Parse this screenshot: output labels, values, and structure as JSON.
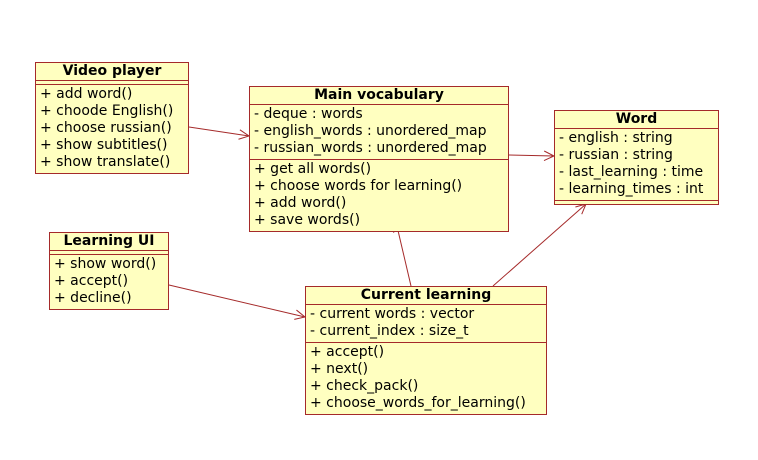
{
  "colors": {
    "box_fill": "#ffffc0",
    "box_border": "#a52a2a",
    "arrow": "#a52a2a"
  },
  "classes": {
    "video_player": {
      "name": "Video player",
      "attributes": [],
      "methods": [
        "+ add word()",
        "+ choode English()",
        "+ choose russian()",
        "+ show subtitles()",
        "+ show translate()"
      ]
    },
    "main_vocabulary": {
      "name": "Main vocabulary",
      "attributes": [
        "- deque : words",
        "- english_words : unordered_map",
        "- russian_words : unordered_map"
      ],
      "methods": [
        "+ get all words()",
        "+ choose words for learning()",
        "+ add word()",
        "+ save words()"
      ]
    },
    "word": {
      "name": "Word",
      "attributes": [
        "- english : string",
        "- russian : string",
        "- last_learning : time",
        "- learning_times : int"
      ],
      "methods": []
    },
    "learning_ui": {
      "name": "Learning UI",
      "attributes": [],
      "methods": [
        "+ show word()",
        "+ accept()",
        "+ decline()"
      ]
    },
    "current_learning": {
      "name": "Current learning",
      "attributes": [
        "- current words : vector",
        "- current_index : size_t"
      ],
      "methods": [
        "+ accept()",
        "+ next()",
        "+ check_pack()",
        "+ choose_words_for_learning()"
      ]
    }
  },
  "associations": [
    {
      "from": "video_player",
      "to": "main_vocabulary"
    },
    {
      "from": "main_vocabulary",
      "to": "word"
    },
    {
      "from": "current_learning",
      "to": "main_vocabulary"
    },
    {
      "from": "current_learning",
      "to": "word"
    },
    {
      "from": "learning_ui",
      "to": "current_learning"
    }
  ]
}
